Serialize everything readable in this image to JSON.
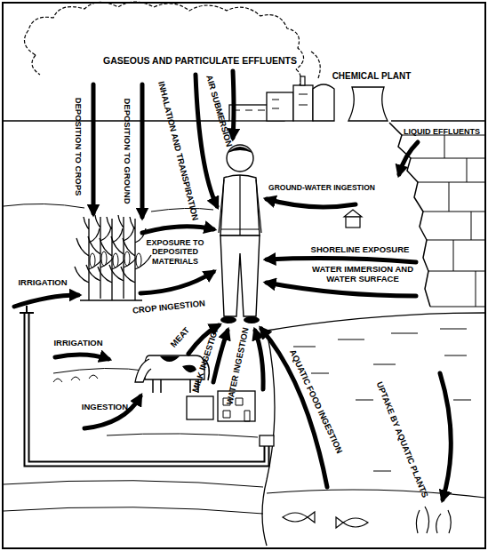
{
  "diagram": {
    "labels": [
      "GASEOUS AND PARTICULATE EFFLUENTS",
      "CHEMICAL PLANT",
      "LIQUID EFFLUENTS",
      "DEPOSITION TO CROPS",
      "DEPOSITION TO GROUND",
      "INHALATION AND TRANSPIRATION",
      "AIR SUBMERSION",
      "GROUND-WATER INGESTION",
      "EXPOSURE TO DEPOSITED MATERIALS",
      "SHORELINE EXPOSURE",
      "WATER IMMERSION AND WATER SURFACE",
      "IRRIGATION",
      "CROP INGESTION",
      "IRRIGATION",
      "MEAT",
      "MILK INGESTION",
      "WATER INGESTION",
      "INGESTION",
      "AQUATIC FOOD INGESTION",
      "UPTAKE BY AQUATIC PLANTS"
    ]
  }
}
